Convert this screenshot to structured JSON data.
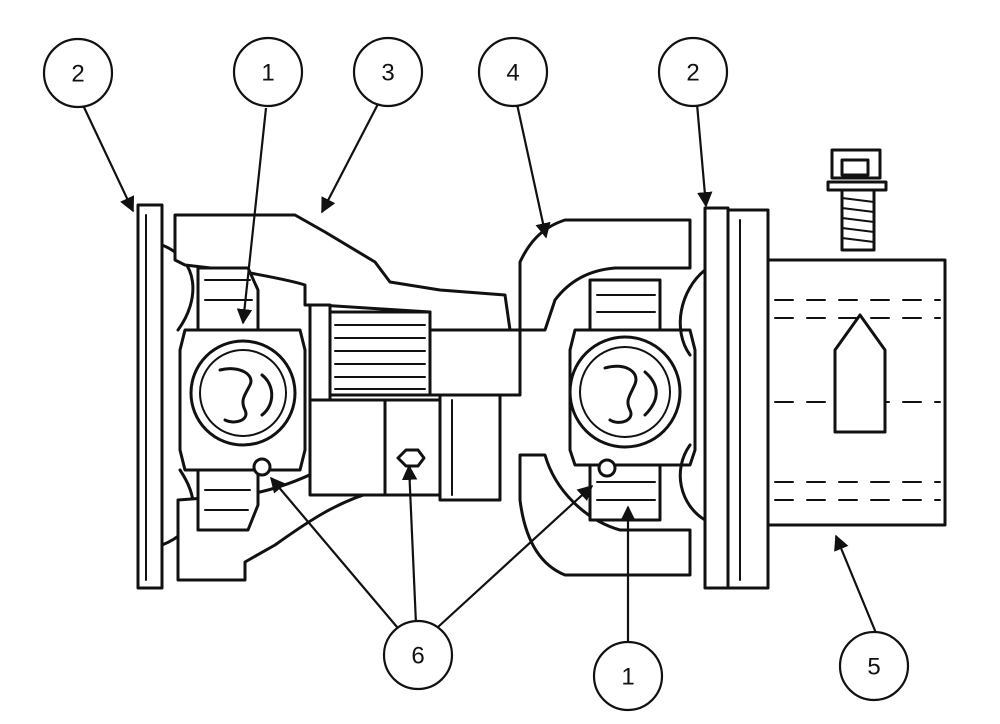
{
  "callouts": [
    {
      "id": "c2a",
      "label": "2"
    },
    {
      "id": "c1a",
      "label": "1"
    },
    {
      "id": "c3",
      "label": "3"
    },
    {
      "id": "c4",
      "label": "4"
    },
    {
      "id": "c2b",
      "label": "2"
    },
    {
      "id": "c6",
      "label": "6"
    },
    {
      "id": "c1b",
      "label": "1"
    },
    {
      "id": "c5",
      "label": "5"
    }
  ]
}
